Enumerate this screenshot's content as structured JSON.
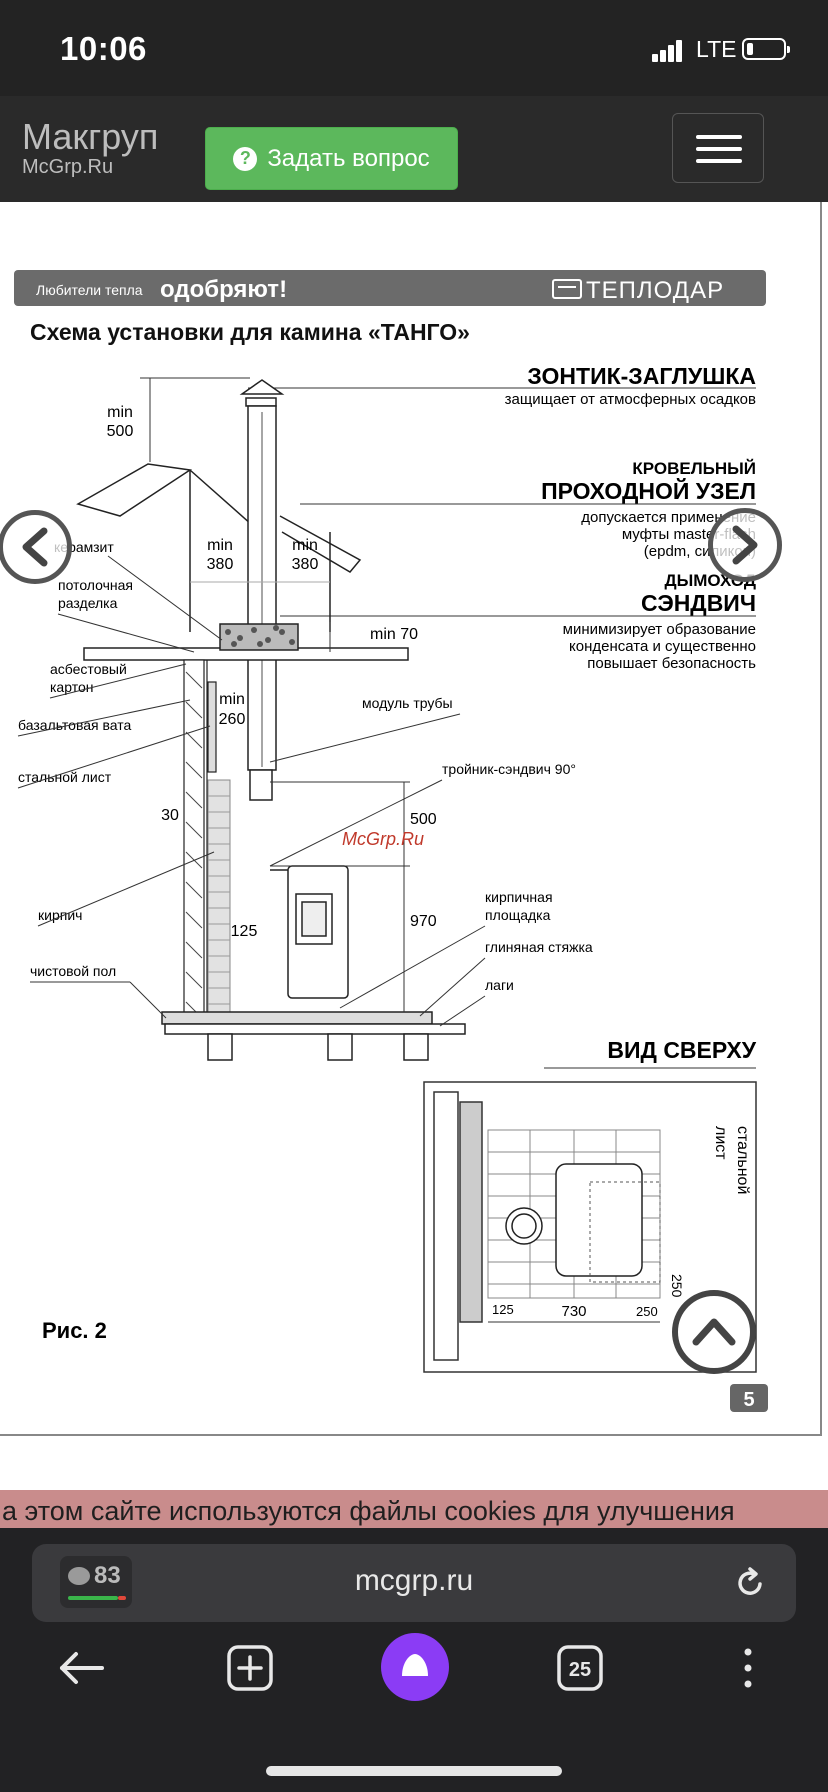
{
  "status_bar": {
    "time": "10:06",
    "network": "LTE"
  },
  "site_header": {
    "logo_name": "Макгруп",
    "logo_domain": "McGrp.Ru",
    "ask_button_label": "Задать вопрос",
    "ask_icon_glyph": "?"
  },
  "document": {
    "banner_left_small": "Любители тепла",
    "banner_left_big": "одобряют!",
    "banner_brand": "ТЕПЛОДАР",
    "title": "Схема установки для камина «ТАНГО»",
    "callouts": {
      "zontik_title": "ЗОНТИК-ЗАГЛУШКА",
      "zontik_desc": "защищает от атмосферных осадков",
      "krov_title1": "КРОВЕЛЬНЫЙ",
      "krov_title2": "ПРОХОДНОЙ УЗЕЛ",
      "krov_desc1": "допускается применение",
      "krov_desc2": "муфты master-flash",
      "krov_desc3": "(epdm, силикон)",
      "dym_title1": "ДЫМОХОД",
      "dym_title2": "СЭНДВИЧ",
      "dym_desc1": "минимизирует образование",
      "dym_desc2": "конденсата и существенно",
      "dym_desc3": "повышает безопасность"
    },
    "labels": {
      "keramzit": "керамзит",
      "potol1": "потолочная",
      "potol2": "разделка",
      "asbest1": "асбестовый",
      "asbest2": "картон",
      "bazalt": "базальтовая вата",
      "stal": "стальной лист",
      "kirpich": "кирпич",
      "pol": "чистовой пол",
      "modul": "модуль трубы",
      "troinik": "тройник-сэндвич 90°",
      "ploshadka1": "кирпичная",
      "ploshadka2": "площадка",
      "styazhka": "глиняная стяжка",
      "lagi": "лаги",
      "watermark": "McGrp.Ru"
    },
    "dimensions": {
      "min": "min",
      "d500": "500",
      "d380a": "380",
      "d380b": "380",
      "d70": "min 70",
      "d260": "260",
      "d30": "30",
      "d500b": "500",
      "d970": "970",
      "d125": "125"
    },
    "top_view": {
      "title": "ВИД СВЕРХУ",
      "steel1": "стальной",
      "steel2": "лист",
      "dim125": "125",
      "dim730": "730",
      "dim250a": "250",
      "dim250b": "250"
    },
    "figure_label": "Рис. 2",
    "page_number": "5"
  },
  "cookie_banner": {
    "text": "а этом сайте используются файлы cookies для улучшения"
  },
  "browser": {
    "counter_value": "83",
    "url": "mcgrp.ru",
    "tabs_count": "25"
  },
  "icons": {
    "prev": "chevron-left-icon",
    "next": "chevron-right-icon",
    "scroll_top": "chevron-up-icon",
    "back": "arrow-left-icon",
    "new_tab": "plus-square-icon",
    "assistant": "alice-icon",
    "tabs": "tabs-icon",
    "more": "more-vertical-icon",
    "reload": "reload-icon"
  },
  "colors": {
    "header_bg": "#2a2a2a",
    "ask_button": "#5cb85c",
    "cookie_bg": "#c98c8c",
    "assistant": "#8b3cf5",
    "watermark": "#c0392b"
  }
}
